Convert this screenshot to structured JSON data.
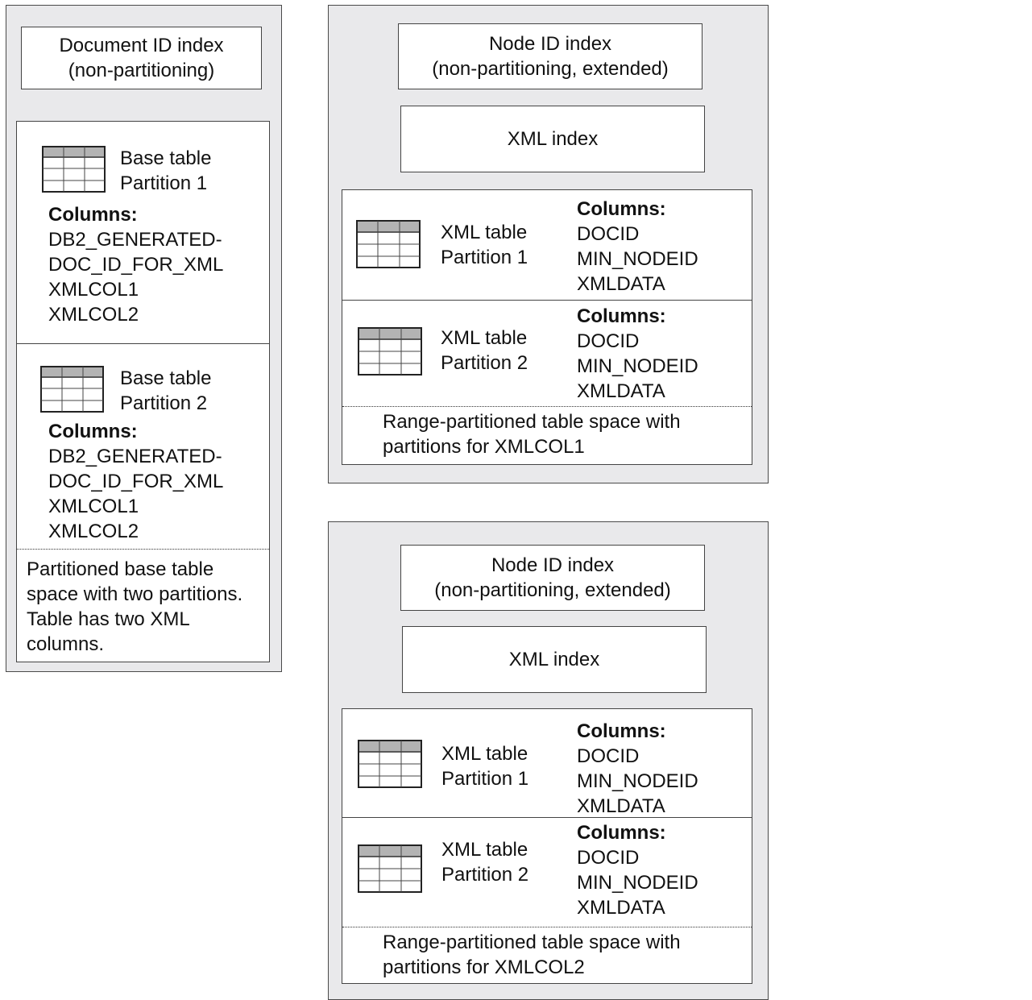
{
  "left": {
    "doc_index": [
      "Document ID index",
      "(non-partitioning)"
    ],
    "partitions": [
      {
        "label": [
          "Base table",
          "Partition 1"
        ],
        "columns_heading": "Columns:",
        "columns": [
          "DB2_GENERATED-",
          "DOC_ID_FOR_XML",
          "XMLCOL1",
          "XMLCOL2"
        ]
      },
      {
        "label": [
          "Base table",
          "Partition 2"
        ],
        "columns_heading": "Columns:",
        "columns": [
          "DB2_GENERATED-",
          "DOC_ID_FOR_XML",
          "XMLCOL1",
          "XMLCOL2"
        ]
      }
    ],
    "footer": [
      "Partitioned base table",
      "space with two partitions.",
      "Table has two XML",
      "columns."
    ]
  },
  "right_top": {
    "node_index": [
      "Node ID index",
      "(non-partitioning, extended)"
    ],
    "xml_index": "XML index",
    "partitions": [
      {
        "label": [
          "XML table",
          "Partition 1"
        ],
        "columns_heading": "Columns:",
        "columns": [
          "DOCID",
          "MIN_NODEID",
          "XMLDATA"
        ]
      },
      {
        "label": [
          "XML table",
          "Partition 2"
        ],
        "columns_heading": "Columns:",
        "columns": [
          "DOCID",
          "MIN_NODEID",
          "XMLDATA"
        ]
      }
    ],
    "footer": [
      "Range-partitioned table space with",
      "partitions for XMLCOL1"
    ]
  },
  "right_bottom": {
    "node_index": [
      "Node ID index",
      "(non-partitioning, extended)"
    ],
    "xml_index": "XML index",
    "partitions": [
      {
        "label": [
          "XML table",
          "Partition 1"
        ],
        "columns_heading": "Columns:",
        "columns": [
          "DOCID",
          "MIN_NODEID",
          "XMLDATA"
        ]
      },
      {
        "label": [
          "XML table",
          "Partition 2"
        ],
        "columns_heading": "Columns:",
        "columns": [
          "DOCID",
          "MIN_NODEID",
          "XMLDATA"
        ]
      }
    ],
    "footer": [
      "Range-partitioned table space with",
      "partitions for XMLCOL2"
    ]
  }
}
